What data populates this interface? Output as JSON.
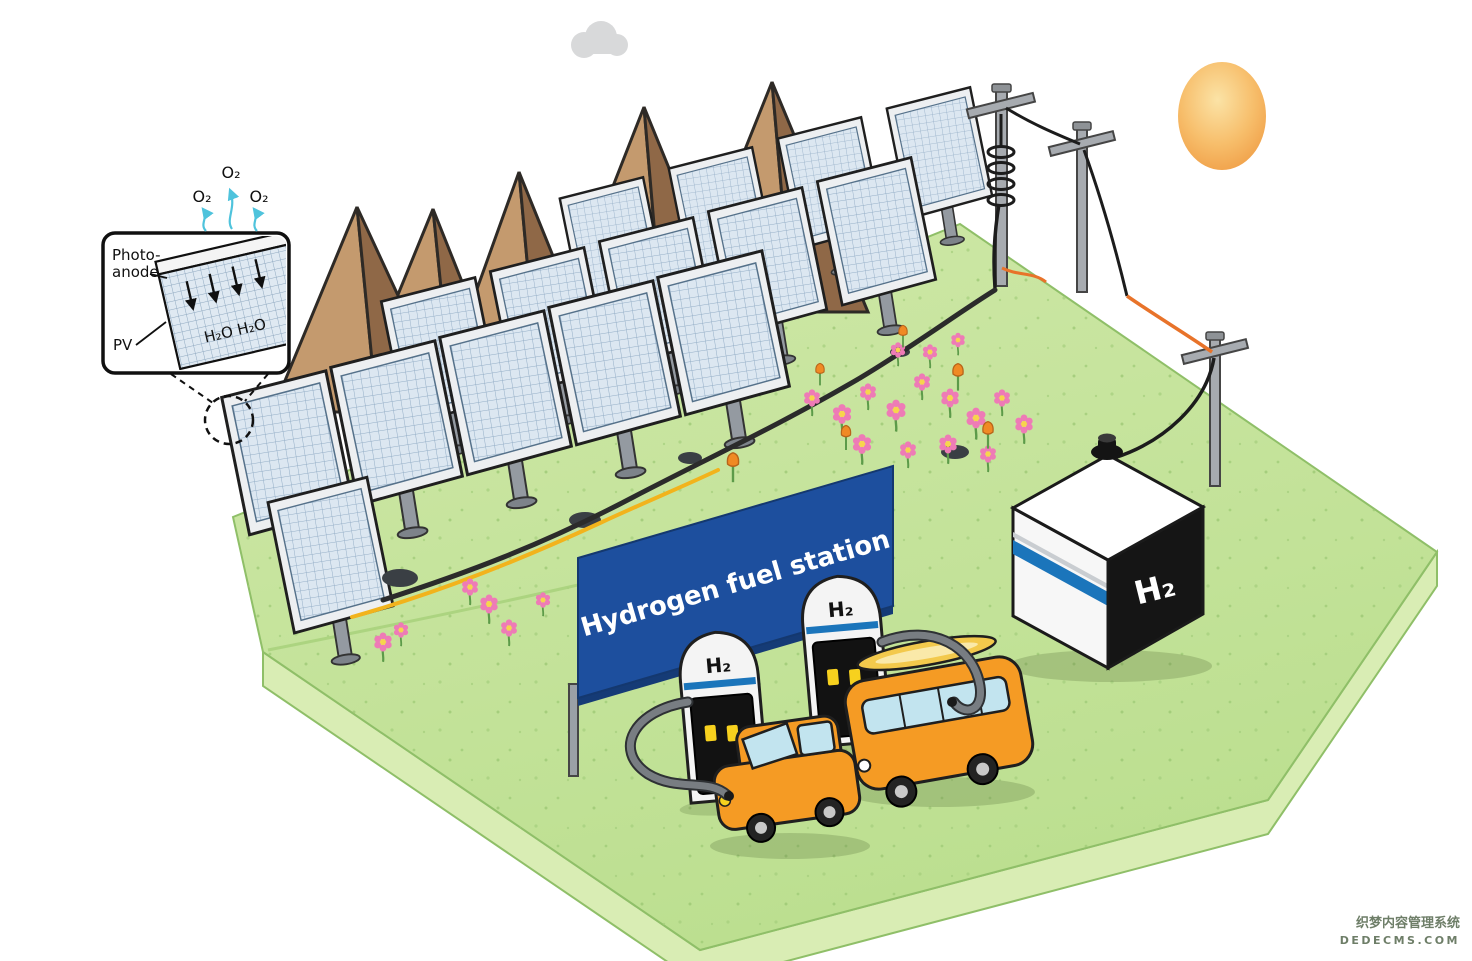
{
  "inset": {
    "photoanode_line1": "Photo-",
    "photoanode_line2": "anode",
    "pv": "PV",
    "o2_left": "O₂",
    "o2_middle": "O₂",
    "o2_right": "O₂",
    "h2o": "H₂O H₂O"
  },
  "station": {
    "sign": "Hydrogen fuel station",
    "dispenser_left_label": "H₂",
    "dispenser_right_label": "H₂"
  },
  "tank": {
    "label": "H₂"
  },
  "watermark": {
    "line1": "织梦内容管理系统",
    "line2": "DEDECMS.COM"
  },
  "colors": {
    "sign_blue": "#1D4F9E",
    "stripe_blue": "#1B75BB",
    "vehicle_orange": "#F59B24",
    "grass_green": "#C6E49D",
    "sun_orange": "#F5A94E",
    "mountain_brown": "#B78C60"
  }
}
